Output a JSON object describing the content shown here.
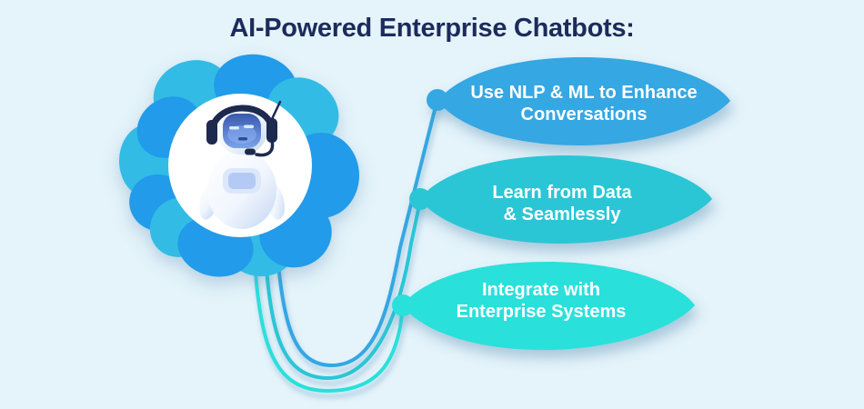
{
  "title": "AI-Powered Enterprise Chatbots:",
  "hero": {
    "icon": "chatbot-robot-icon"
  },
  "leaves": [
    {
      "lines": [
        "Use NLP & ML to Enhance",
        "Conversations"
      ],
      "color": "#35A7E2"
    },
    {
      "lines": [
        "Learn from Data",
        "& Seamlessly"
      ],
      "color": "#29C6D5"
    },
    {
      "lines": [
        "Integrate with",
        "Enterprise Systems"
      ],
      "color": "#2BE0DA"
    }
  ],
  "colors": {
    "background": "#E5F3FA",
    "title_color": "#1C2B5B",
    "petal_blue": "#219BEA",
    "petal_cyan": "#33BCE5",
    "leaf_blue": "#35A7E2",
    "leaf_teal": "#29C6D5",
    "leaf_cyan": "#2BE0DA",
    "label_text": "#FFFFFF",
    "robot_navy": "#1D2A4E"
  }
}
